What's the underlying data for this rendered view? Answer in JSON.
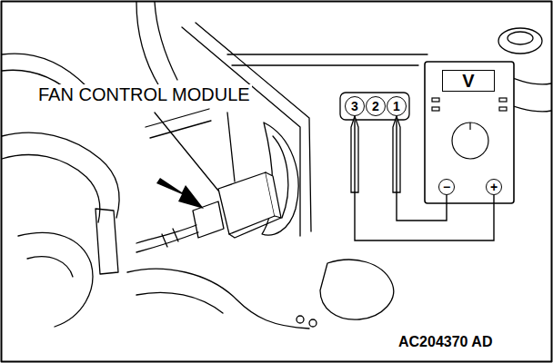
{
  "diagram": {
    "nodes": [
      {
        "text": [
          "3"
        ]
      },
      {
        "text": [
          "2"
        ]
      },
      {
        "text": [
          "1"
        ]
      },
      {
        "text": [
          "V"
        ]
      },
      {
        "text": [
          "−"
        ]
      },
      {
        "text": [
          "+"
        ]
      }
    ],
    "edges": [
      {
        "from": 2,
        "to": 4,
        "arrow": "none"
      },
      {
        "from": 0,
        "to": 5,
        "arrow": "none"
      }
    ],
    "labels": [
      "FAN CONTROL MODULE",
      "AC204370 AD"
    ]
  }
}
